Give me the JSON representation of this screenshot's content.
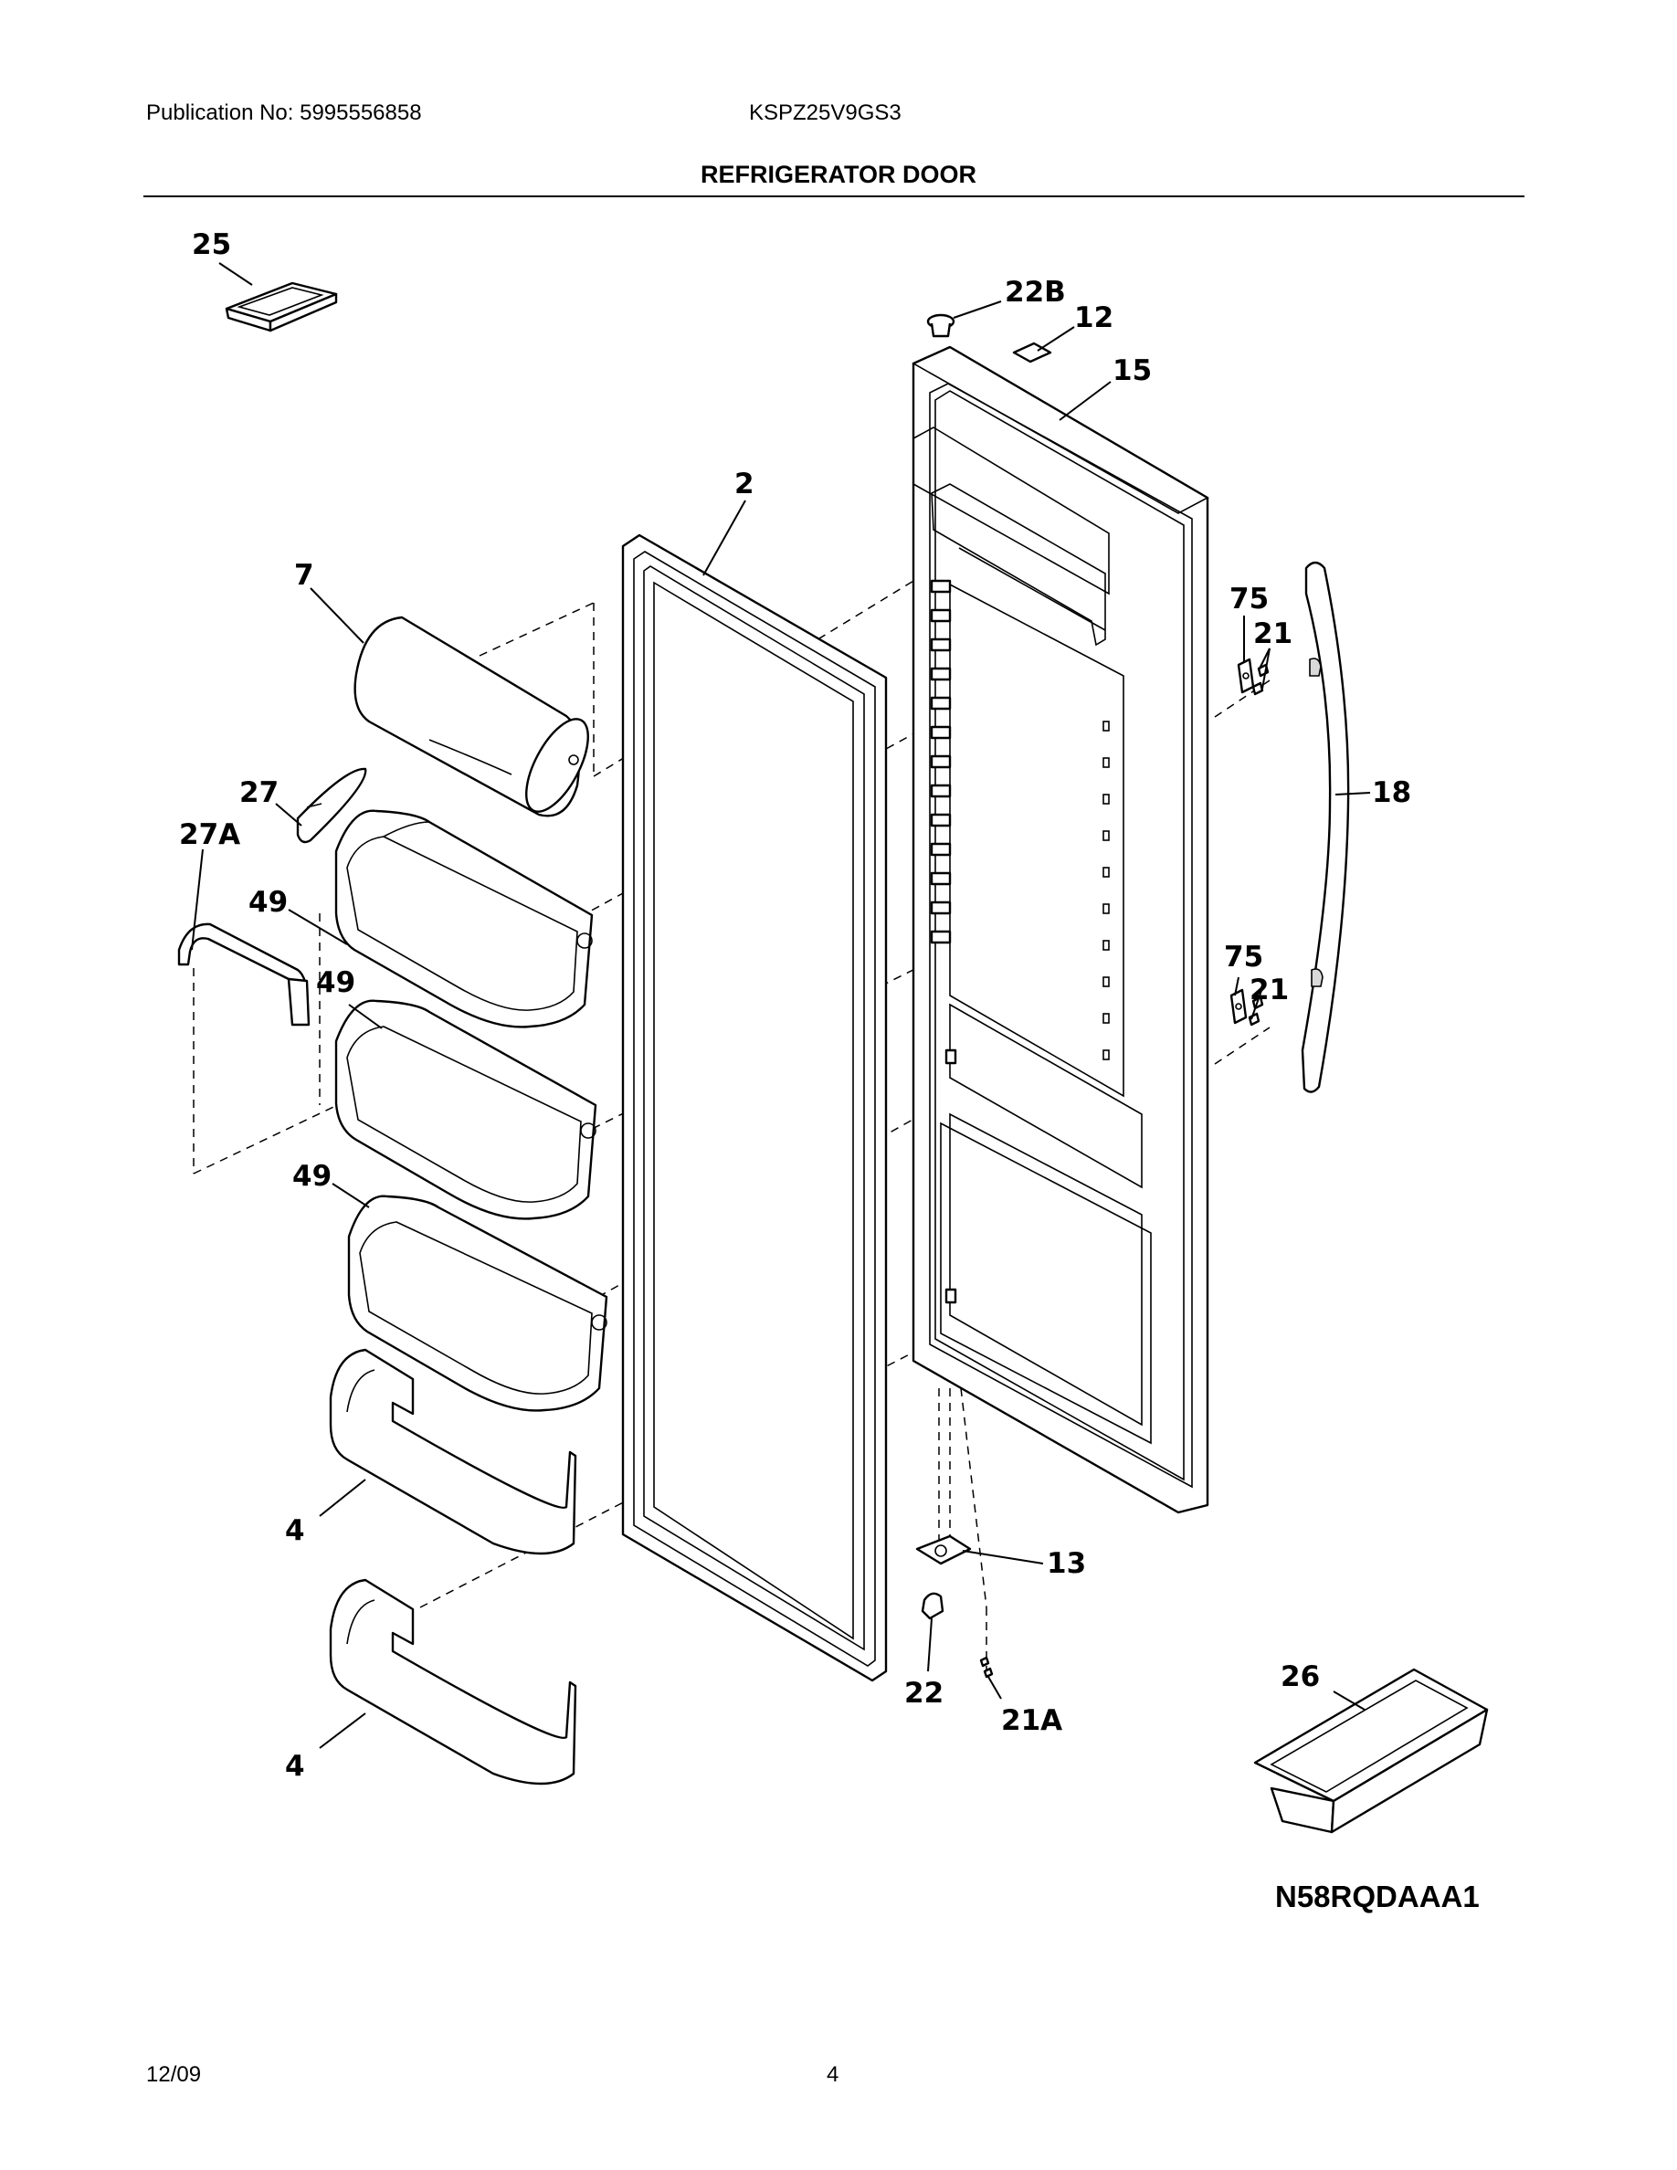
{
  "header": {
    "publication": "Publication No: 5995556858",
    "model": "KSPZ25V9GS3",
    "title": "REFRIGERATOR DOOR"
  },
  "callouts": {
    "c25": "25",
    "c22b": "22B",
    "c12": "12",
    "c15": "15",
    "c2": "2",
    "c7": "7",
    "c75a": "75",
    "c21a": "21",
    "c18": "18",
    "c27": "27",
    "c27a": "27A",
    "c49a": "49",
    "c49b": "49",
    "c75b": "75",
    "c21b": "21",
    "c49c": "49",
    "c4a": "4",
    "c13": "13",
    "c22": "22",
    "c21A": "21A",
    "c26": "26",
    "c4b": "4"
  },
  "diagram_code": "N58RQDAAA1",
  "footer": {
    "date": "12/09",
    "page": "4"
  }
}
